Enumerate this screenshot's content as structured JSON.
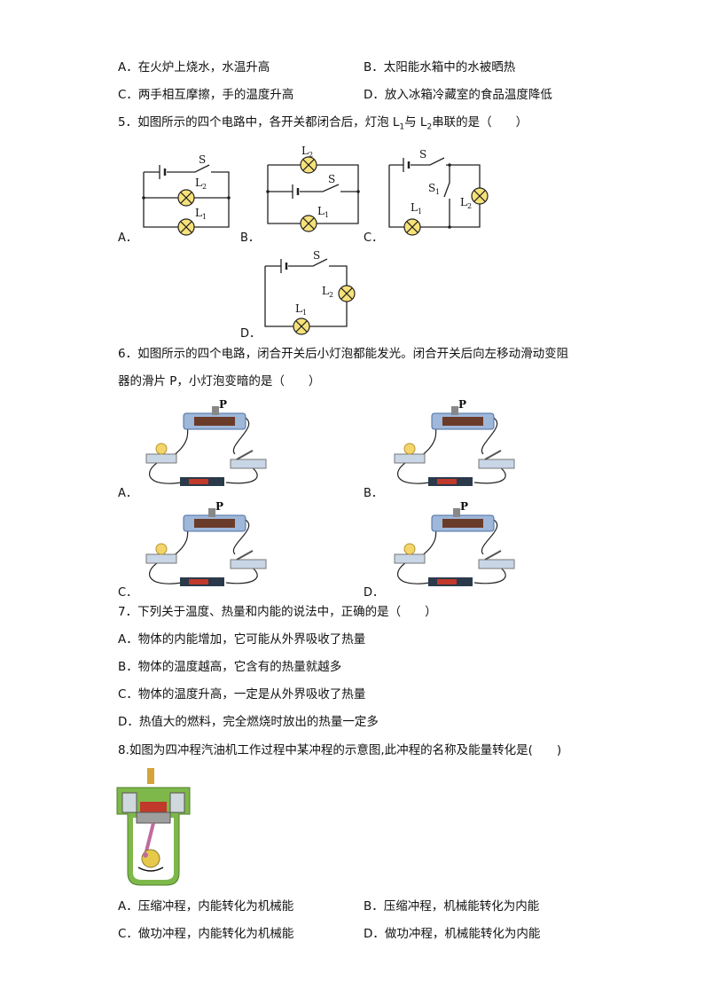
{
  "q4": {
    "optA": "A．在火炉上烧水，水温升高",
    "optB": "B．太阳能水箱中的水被晒热",
    "optC": "C．两手相互摩擦，手的温度升高",
    "optD": "D．放入冰箱冷藏室的食品温度降低"
  },
  "q5": {
    "stem_pre": "5．如图所示的四个电路中，各开关都闭合后，灯泡 L",
    "stem_sub1": "1",
    "stem_mid": "与 L",
    "stem_sub2": "2",
    "stem_post": "串联的是（　　）",
    "letters": [
      "A．",
      "B．",
      "C．",
      "D．"
    ],
    "labels": {
      "S": "S",
      "S1": "S",
      "L": "L",
      "one": "1",
      "two": "2"
    }
  },
  "q6": {
    "stem_line1": "6．如图所示的四个电路，闭合开关后小灯泡都能发光。闭合开关后向左移动滑动变阻",
    "stem_line2": "器的滑片 P，小灯泡变暗的是（　　）",
    "letters": [
      "A．",
      "B．",
      "C．",
      "D．"
    ],
    "p_label": "P"
  },
  "q7": {
    "stem": "7．下列关于温度、热量和内能的说法中，正确的是（　　）",
    "optA": "A．物体的内能增加，它可能从外界吸收了热量",
    "optB": "B．物体的温度越高，它含有的热量就越多",
    "optC": "C．物体的温度升高，一定是从外界吸收了热量",
    "optD": "D．热值大的燃料，完全燃烧时放出的热量一定多"
  },
  "q8": {
    "stem": "8.如图为四冲程汽油机工作过程中某冲程的示意图,此冲程的名称及能量转化是(　　)",
    "optA": "A．压缩冲程，内能转化为机械能",
    "optB": "B．压缩冲程，机械能转化为内能",
    "optC": "C．做功冲程，内能转化为机械能",
    "optD": "D．做功冲程，机械能转化为内能"
  },
  "colors": {
    "lamp_fill": "#f7e27a",
    "engine_green": "#7fb84a",
    "engine_red": "#c0392b",
    "rheostat_blue": "#4a6fa5"
  }
}
